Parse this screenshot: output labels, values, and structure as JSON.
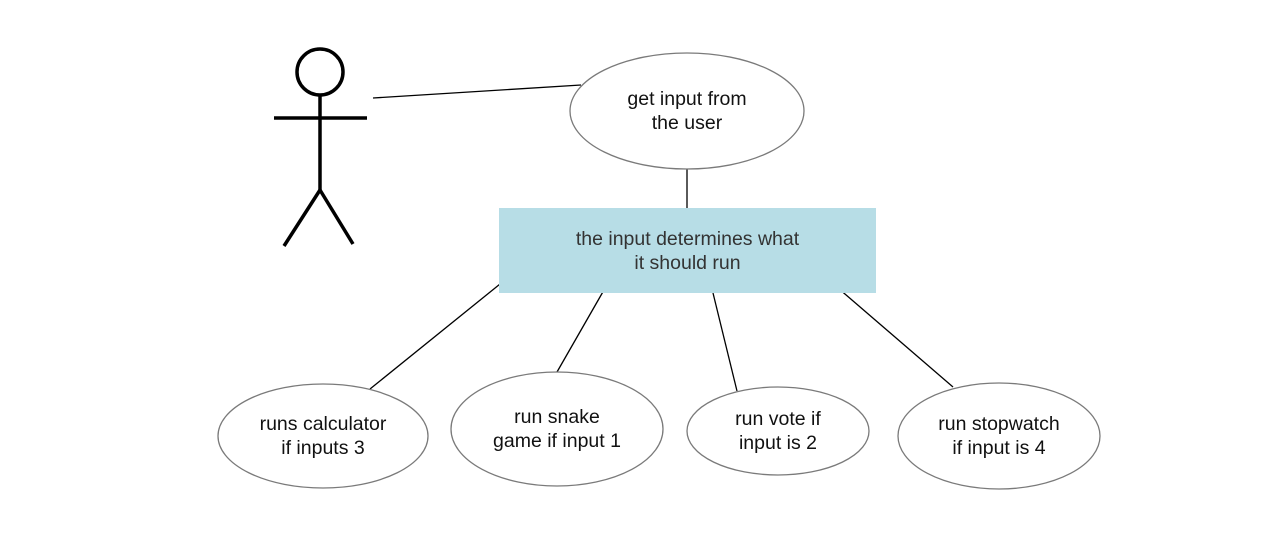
{
  "colors": {
    "process_fill": "#b7dde6",
    "ellipse_stroke": "#7a7a7a",
    "line": "#000000",
    "text": "#111111"
  },
  "actor": {
    "icon": "stick-figure-icon"
  },
  "nodes": {
    "get_input": {
      "line1": "get input from",
      "line2": "the user"
    },
    "determine": {
      "line1": "the input determines what",
      "line2": "it should run"
    },
    "calculator": {
      "line1": "runs calculator",
      "line2": "if inputs 3"
    },
    "snake": {
      "line1": "run snake",
      "line2": "game if input 1"
    },
    "vote": {
      "line1": "run vote if",
      "line2": "input is 2"
    },
    "stopwatch": {
      "line1": "run stopwatch",
      "line2": "if input is 4"
    }
  }
}
